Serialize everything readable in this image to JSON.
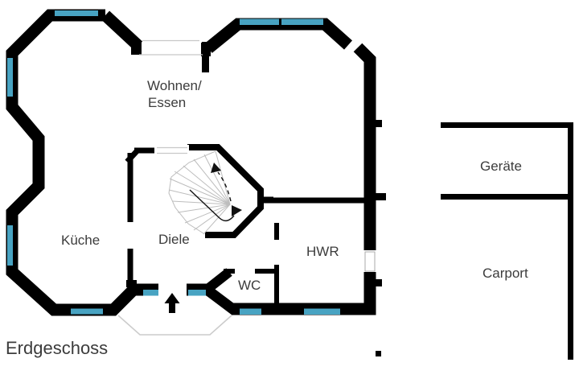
{
  "plan": {
    "floor_label": "Erdgeschoss",
    "rooms": {
      "living_line1": "Wohnen/",
      "living_line2": "Essen",
      "kitchen": "Küche",
      "hallway": "Diele",
      "wc": "WC",
      "utility": "HWR",
      "equipment": "Geräte",
      "carport": "Carport"
    },
    "symbols": {
      "entrance_arrow": "up-arrow",
      "stair_direction": "winder-stair-up"
    },
    "colors": {
      "wall": "#000000",
      "window": "#48a3c2",
      "label_text": "#3c3c3c",
      "opening_line": "#c8c8c8",
      "porch_line": "#cccccc",
      "stair_tread": "#bdbdbd"
    }
  }
}
